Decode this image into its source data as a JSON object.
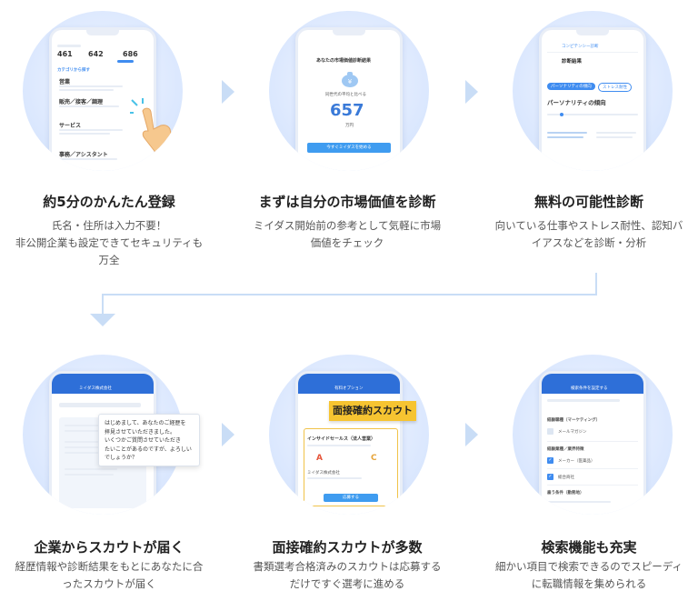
{
  "steps": [
    {
      "title": "約5分のかんたん登録",
      "desc_lines": [
        "氏名・住所は入力不要！",
        "非公開企業も設定できてセキュリティも",
        "万全"
      ],
      "screen": {
        "numbers": [
          "461",
          "642",
          "686"
        ],
        "category_header": "カテゴリから探す",
        "items": [
          "営業",
          "販売／接客／調理",
          "サービス",
          "事務／アシスタント"
        ]
      }
    },
    {
      "title": "まずは自分の市場価値を診断",
      "desc_lines": [
        "ミイダス開始前の参考として気軽に市場",
        "価値をチェック"
      ],
      "screen": {
        "header": "あなたの市場価値診断結果",
        "caption": "同世代の平均と比べる",
        "value": "657",
        "unit": "万円",
        "button": "今すぐミイダスを始める"
      }
    },
    {
      "title": "無料の可能性診断",
      "desc_lines": [
        "向いている仕事やストレス耐性、認知バ",
        "イアスなどを診断・分析"
      ],
      "screen": {
        "appbar": "コンピテンシー診断",
        "result": "診断結果",
        "tab_active": "パーソナリティの傾向",
        "tab_other": "ストレス耐性",
        "section": "パーソナリティの傾向"
      }
    },
    {
      "title": "企業からスカウトが届く",
      "desc_lines": [
        "経歴情報や診断結果をもとにあなたに合",
        "ったスカウトが届く"
      ],
      "screen": {
        "appbar": "ミイダス株式会社",
        "bubble_lines": [
          "はじめまして、あなたのご経歴を",
          "拝見させていただきました。",
          "いくつかご質問させていただき",
          "たいことがあるのですが、よろしい",
          "でしょうか？"
        ]
      }
    },
    {
      "title": "面接確約スカウトが多数",
      "desc_lines": [
        "書類選考合格済みのスカウトは応募する",
        "だけですぐ選考に進める"
      ],
      "screen": {
        "appbar": "有料オプション",
        "badge": "面接確約スカウト",
        "job": "インサイドセールス（法人営業）",
        "company": "ミイダス株式会社",
        "button": "応募する"
      }
    },
    {
      "title": "検索機能も充実",
      "desc_lines": [
        "細かい項目で検索できるのでスピーディ",
        "に転職情報を集められる"
      ],
      "screen": {
        "appbar": "検索条件を設定する",
        "rows": [
          "メールマガジン",
          "メーカー（医薬品）",
          "総合商社"
        ],
        "section1": "経験職種（マーケティング）",
        "section2": "経験業種／業界特徴",
        "section3": "雇う条件（勤務地）"
      }
    }
  ]
}
